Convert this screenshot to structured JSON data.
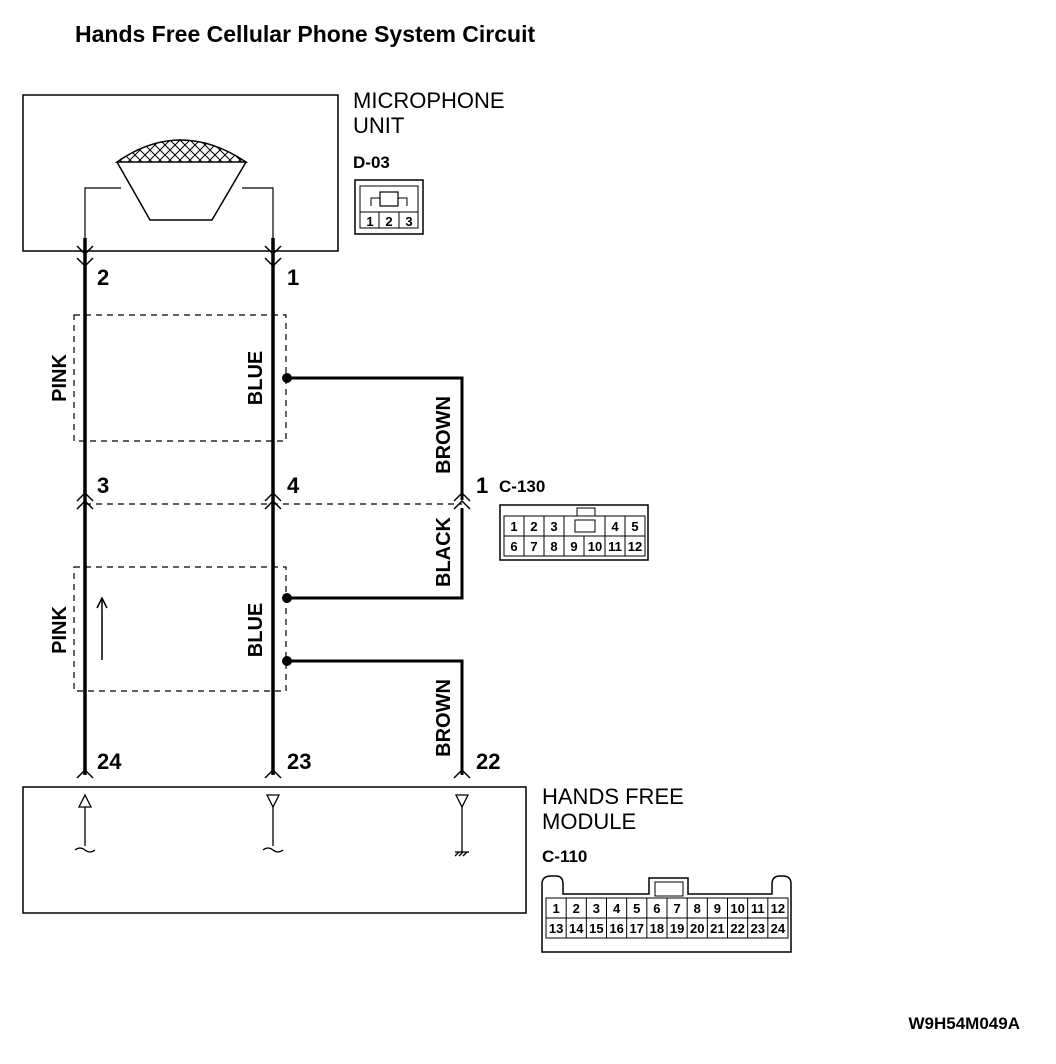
{
  "title": "Hands Free Cellular Phone System Circuit",
  "microphone": {
    "name_line1": "MICROPHONE",
    "name_line2": "UNIT",
    "connector": "D-03",
    "connector_pins": [
      "1",
      "2",
      "3"
    ]
  },
  "pins": {
    "mic_left": "2",
    "mic_right": "1",
    "junction_left": "3",
    "junction_mid": "4",
    "junction_right": "1",
    "module_left": "24",
    "module_mid": "23",
    "module_right": "22"
  },
  "wires": {
    "upper_left": "PINK",
    "upper_mid": "BLUE",
    "upper_right": "BROWN",
    "lower_right_black": "BLACK",
    "lower_left": "PINK",
    "lower_mid": "BLUE",
    "lower_right_brown": "BROWN"
  },
  "junction_connector": {
    "code": "C-130",
    "row1": [
      "1",
      "2",
      "3",
      "",
      "4",
      "5"
    ],
    "row2": [
      "6",
      "7",
      "8",
      "9",
      "10",
      "11",
      "12"
    ]
  },
  "module": {
    "name_line1": "HANDS FREE",
    "name_line2": "MODULE",
    "connector": "C-110",
    "row1": [
      "1",
      "2",
      "3",
      "4",
      "5",
      "6",
      "7",
      "8",
      "9",
      "10",
      "11",
      "12"
    ],
    "row2": [
      "13",
      "14",
      "15",
      "16",
      "17",
      "18",
      "19",
      "20",
      "21",
      "22",
      "23",
      "24"
    ]
  },
  "figure_code": "W9H54M049A"
}
